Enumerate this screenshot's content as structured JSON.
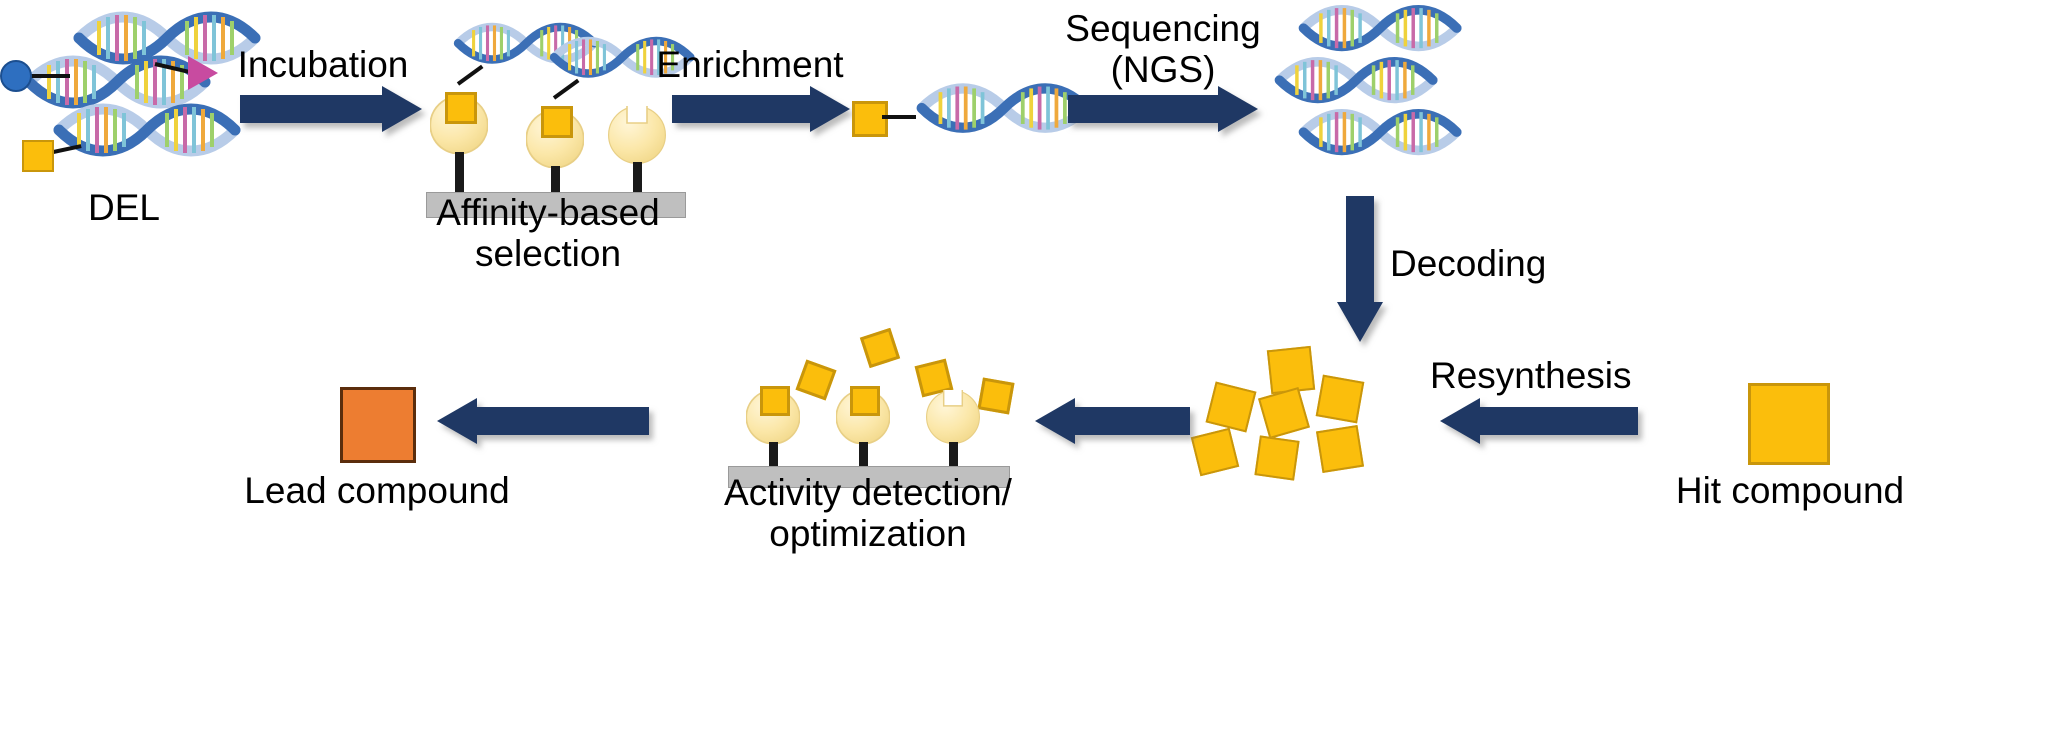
{
  "diagram": {
    "title": "DNA-encoded library (DEL) screening workflow",
    "type": "process-flow",
    "background": "#FFFFFF"
  },
  "colors": {
    "arrow_navy": "#1F3864",
    "compound_yellow": "#FBBE0C",
    "compound_yellow_border": "#C9960B",
    "lead_orange": "#ED7D31",
    "lead_orange_border": "#5B2D0C",
    "protein_cream": "#FBE7A8",
    "plate_gray": "#BFBFBF",
    "dna_blue_dark": "#2E6FC0",
    "dna_blue_light": "#B8CCE8",
    "tag_circle_blue": "#2E6FC0",
    "tag_triangle_magenta": "#C84BA0",
    "stem_black": "#1A1A1A"
  },
  "labels": {
    "del": "DEL",
    "incubation": "Incubation",
    "affinity_selection": "Affinity-based\nselection",
    "enrichment": "Enrichment",
    "sequencing": "Sequencing\n(NGS)",
    "decoding": "Decoding",
    "hit_compound": "Hit compound",
    "resynthesis": "Resynthesis",
    "activity_detection": "Activity detection/\noptimization",
    "lead_compound": "Lead compound"
  },
  "steps": [
    {
      "id": "del",
      "label": "DEL",
      "order": 1,
      "kind": "stage"
    },
    {
      "id": "incubation",
      "label": "Incubation",
      "order": 2,
      "kind": "arrow",
      "direction": "right"
    },
    {
      "id": "affinity-selection",
      "label": "Affinity-based selection",
      "order": 3,
      "kind": "stage"
    },
    {
      "id": "enrichment",
      "label": "Enrichment",
      "order": 4,
      "kind": "arrow",
      "direction": "right"
    },
    {
      "id": "enriched-binder",
      "label": "",
      "order": 5,
      "kind": "stage"
    },
    {
      "id": "sequencing",
      "label": "Sequencing (NGS)",
      "order": 6,
      "kind": "arrow",
      "direction": "right"
    },
    {
      "id": "reads",
      "label": "",
      "order": 7,
      "kind": "stage"
    },
    {
      "id": "decoding",
      "label": "Decoding",
      "order": 8,
      "kind": "arrow",
      "direction": "down"
    },
    {
      "id": "hit-compound",
      "label": "Hit compound",
      "order": 9,
      "kind": "stage"
    },
    {
      "id": "resynthesis",
      "label": "Resynthesis",
      "order": 10,
      "kind": "arrow",
      "direction": "left"
    },
    {
      "id": "compound-pool",
      "label": "",
      "order": 11,
      "kind": "stage"
    },
    {
      "id": "to-assay",
      "label": "",
      "order": 12,
      "kind": "arrow",
      "direction": "left"
    },
    {
      "id": "activity-detection",
      "label": "Activity detection/optimization",
      "order": 13,
      "kind": "stage"
    },
    {
      "id": "to-lead",
      "label": "",
      "order": 14,
      "kind": "arrow",
      "direction": "left"
    },
    {
      "id": "lead-compound",
      "label": "Lead compound",
      "order": 15,
      "kind": "stage"
    }
  ],
  "counts": {
    "del_members": 3,
    "affinity_proteins": 3,
    "affinity_bound": 2,
    "sequencing_reads": 3,
    "resynthesis_squares": 7,
    "assay_proteins": 3,
    "assay_bound": 2,
    "assay_free_squares": 4
  }
}
